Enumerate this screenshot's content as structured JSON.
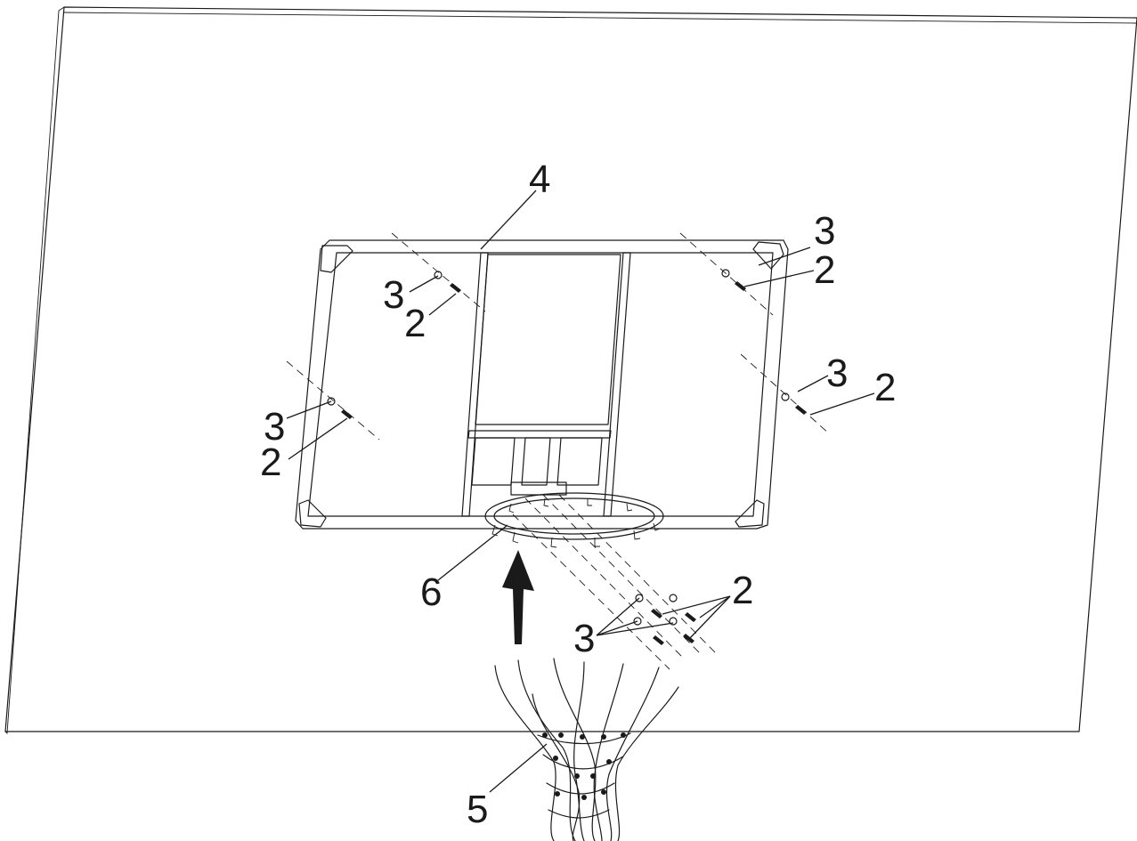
{
  "callouts": {
    "board_frame": "4",
    "net": "5",
    "rim": "6",
    "screw": "2",
    "washer": "3"
  },
  "colors": {
    "line": "#1a1a1a",
    "background": "#ffffff"
  }
}
